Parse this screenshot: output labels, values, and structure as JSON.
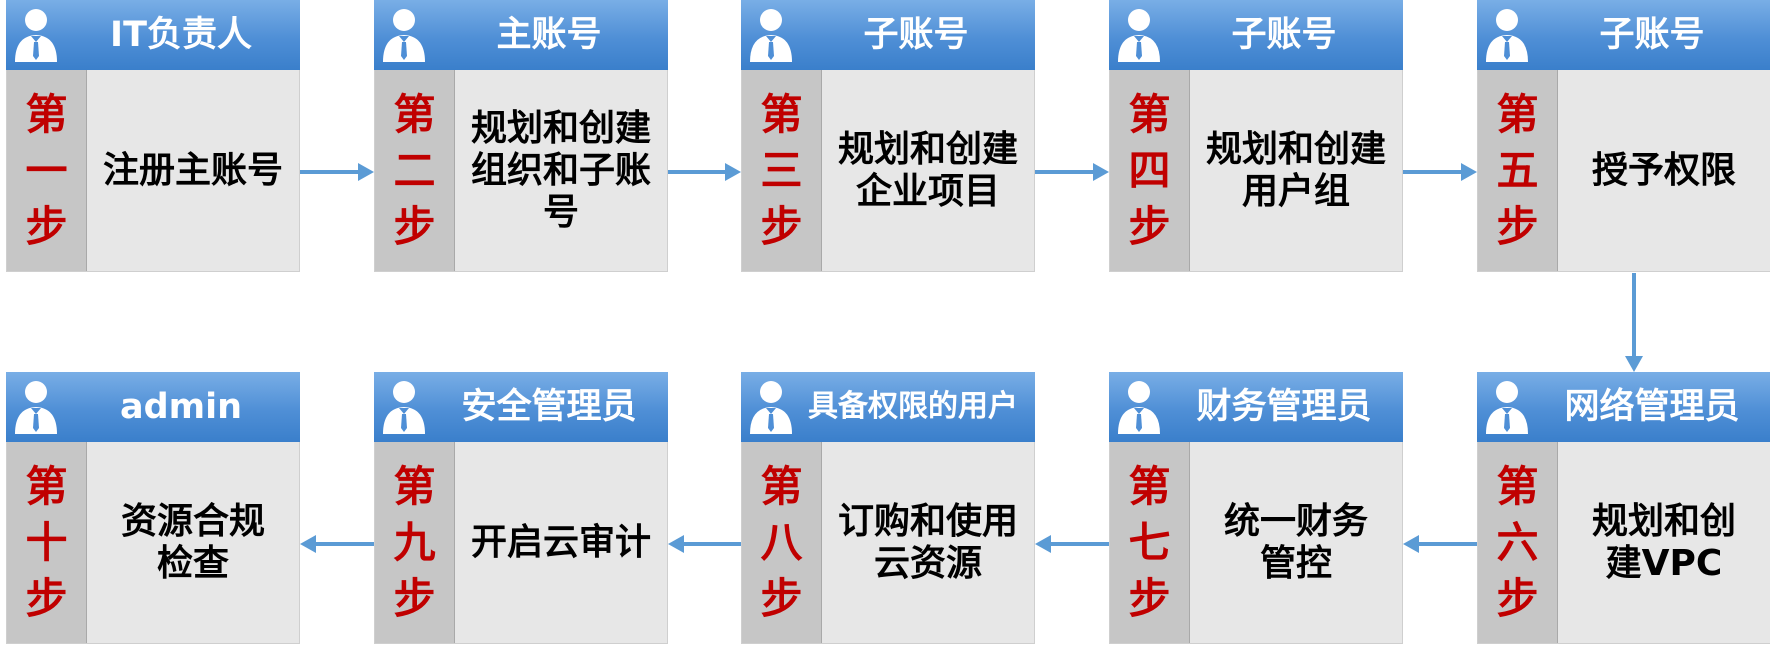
{
  "steps": [
    {
      "role": "IT负责人",
      "number": [
        "第",
        "一",
        "步"
      ],
      "task": "注册主账号"
    },
    {
      "role": "主账号",
      "number": [
        "第",
        "二",
        "步"
      ],
      "task": "规划和创建\n组织和子账\n号"
    },
    {
      "role": "子账号",
      "number": [
        "第",
        "三",
        "步"
      ],
      "task": "规划和创建\n企业项目"
    },
    {
      "role": "子账号",
      "number": [
        "第",
        "四",
        "步"
      ],
      "task": "规划和创建\n用户组"
    },
    {
      "role": "子账号",
      "number": [
        "第",
        "五",
        "步"
      ],
      "task": "授予权限"
    },
    {
      "role": "网络管理员",
      "number": [
        "第",
        "六",
        "步"
      ],
      "task": "规划和创\n建VPC"
    },
    {
      "role": "财务管理员",
      "number": [
        "第",
        "七",
        "步"
      ],
      "task": "统一财务\n管控"
    },
    {
      "role": "具备权限的用户",
      "number": [
        "第",
        "八",
        "步"
      ],
      "task": "订购和使用\n云资源"
    },
    {
      "role": "安全管理员",
      "number": [
        "第",
        "九",
        "步"
      ],
      "task": "开启云审计"
    },
    {
      "role": "admin",
      "number": [
        "第",
        "十",
        "步"
      ],
      "task": "资源合规\n检查"
    }
  ],
  "colors": {
    "header_blue": "#4f8fd6",
    "number_red": "#c00000",
    "arrow_blue": "#5b9bd5",
    "box_gray": "#e7e7e7",
    "number_gray": "#c6c6c6"
  },
  "icons": {
    "role": "person-icon",
    "connector": "arrow-icon"
  }
}
